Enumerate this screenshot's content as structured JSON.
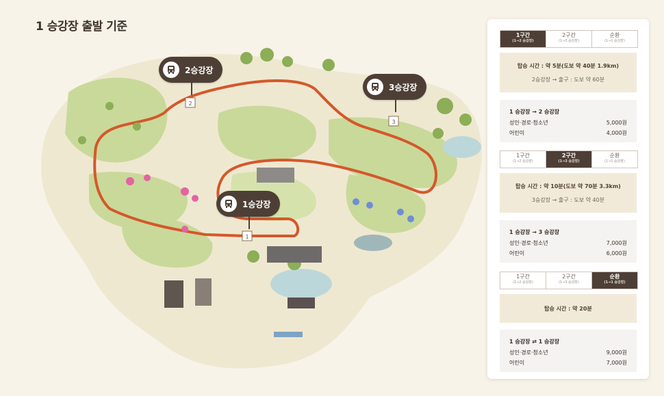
{
  "page": {
    "title": "1 승강장 출발 기준"
  },
  "stations": {
    "s1": "1승강장",
    "s2": "2승강장",
    "s3": "3승강장"
  },
  "map_markers": {
    "m1": "1",
    "m2": "2",
    "m3": "3"
  },
  "sections": [
    {
      "tabs": [
        {
          "label": "1구간",
          "sub": "(1→2 승강장)"
        },
        {
          "label": "2구간",
          "sub": "(1→3 승강장)"
        },
        {
          "label": "순환",
          "sub": "(1→1 승강장)"
        }
      ],
      "active": 0,
      "time": "탑승 시간 : 약 5분(도보 약 40분 1.9km)",
      "walk": "2승강장  →  출구 : 도보 약 60분",
      "route": "1 승강장  →  2 승강장",
      "fares": [
        {
          "label": "성인·경로·청소년",
          "price": "5,000원"
        },
        {
          "label": "어린이",
          "price": "4,000원"
        }
      ]
    },
    {
      "tabs": [
        {
          "label": "1구간",
          "sub": "(1→2 승강장)"
        },
        {
          "label": "2구간",
          "sub": "(1→3 승강장)"
        },
        {
          "label": "순환",
          "sub": "(1→1 승강장)"
        }
      ],
      "active": 1,
      "time": "탑승 시간 : 약 10분(도보 약 70분 3.3km)",
      "walk": "3승강장  →  출구 : 도보 약 40분",
      "route": "1 승강장  →  3 승강장",
      "fares": [
        {
          "label": "성인·경로·청소년",
          "price": "7,000원"
        },
        {
          "label": "어린이",
          "price": "6,000원"
        }
      ]
    },
    {
      "tabs": [
        {
          "label": "1구간",
          "sub": "(1→2 승강장)"
        },
        {
          "label": "2구간",
          "sub": "(1→3 승강장)"
        },
        {
          "label": "순환",
          "sub": "(1→1 승강장)"
        }
      ],
      "active": 2,
      "time": "탑승 시간 : 약 20분",
      "walk": "",
      "route": "1 승강장  ⇄  1 승강장",
      "fares": [
        {
          "label": "성인·경로·청소년",
          "price": "9,000원"
        },
        {
          "label": "어린이",
          "price": "7,000원"
        }
      ]
    }
  ],
  "colors": {
    "route_line": "#d4582a",
    "station_bg": "#4e3f36",
    "map_green": "#c9d99a",
    "map_base": "#eee7d2"
  }
}
